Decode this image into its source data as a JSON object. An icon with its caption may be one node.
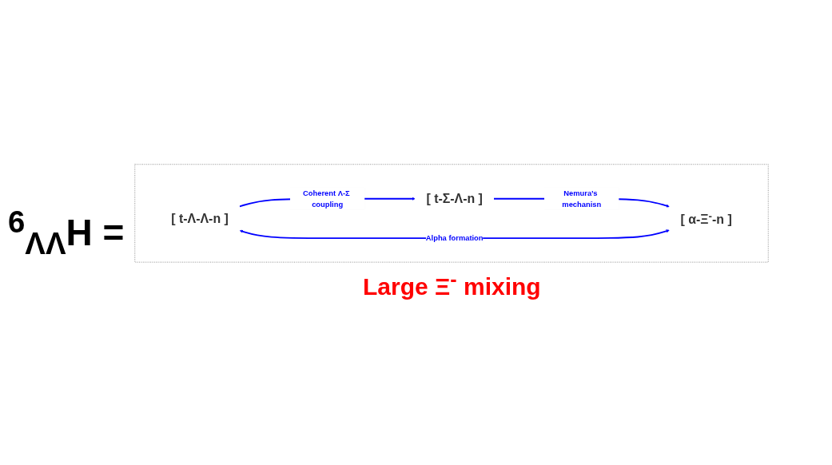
{
  "diagram": {
    "nodes": [
      {
        "text": [],
        "shape": "box"
      },
      {
        "text": [
          "[ t-Λ-Λ-n ]"
        ],
        "in": 0
      },
      {
        "text": [
          "[ t-Σ-Λ-n ]"
        ],
        "in": 0
      },
      {
        "text": [
          "[ α-Ξ$^{-}$-n ]"
        ],
        "in": 0
      }
    ],
    "edges": [
      {
        "from": 1,
        "to": 2,
        "arrow": "to",
        "label": "Coherent Λ-Σ coupling"
      },
      {
        "from": 2,
        "to": 3,
        "arrow": "to",
        "label": "Nemura’s mechanisn"
      },
      {
        "from": 1,
        "to": 3,
        "arrow": "both",
        "label": "Alpha formation"
      }
    ],
    "labels": [
      "$^{6}$$_{ΛΛ}$H =",
      "Large Ξ$^{-}$ mixing"
    ]
  }
}
